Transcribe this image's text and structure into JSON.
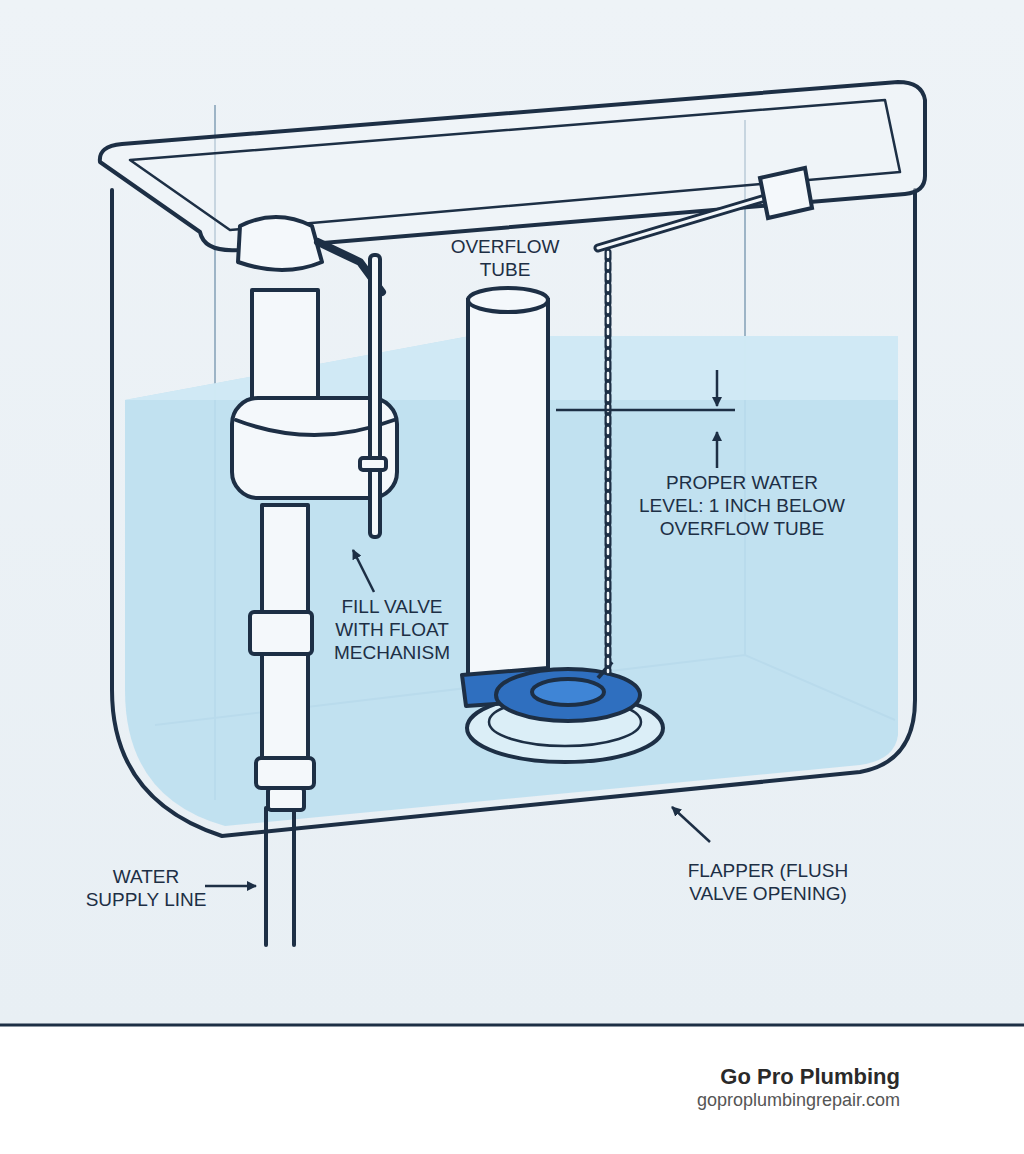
{
  "diagram": {
    "labels": [
      "OVERFLOW TUBE",
      "PROPER WATER LEVEL: 1 INCH BELOW OVERFLOW TUBE",
      "FILL VALVE WITH FLOAT MECHANISM",
      "WATER SUPPLY LINE",
      "FLAPPER (FLUSH VALVE OPENING)",
      "Go Pro Plumbing",
      "goproplumbingrepair.com"
    ]
  }
}
